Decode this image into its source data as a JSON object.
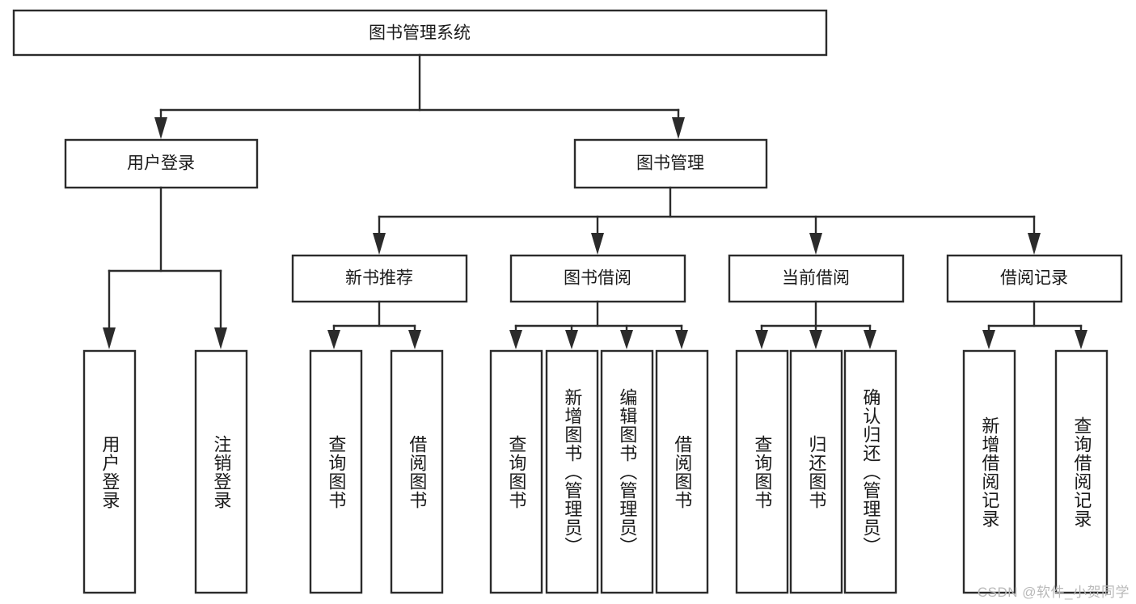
{
  "diagram": {
    "type": "tree",
    "title": "图书管理系统",
    "orientation": "top-down",
    "root": {
      "id": "root",
      "label": "图书管理系统"
    },
    "level2": [
      {
        "id": "user-login",
        "label": "用户登录"
      },
      {
        "id": "book-manage",
        "label": "图书管理"
      }
    ],
    "level3": [
      {
        "id": "new-book-rec",
        "label": "新书推荐",
        "parent": "book-manage"
      },
      {
        "id": "book-borrow",
        "label": "图书借阅",
        "parent": "book-manage"
      },
      {
        "id": "current-borrow",
        "label": "当前借阅",
        "parent": "book-manage"
      },
      {
        "id": "borrow-record",
        "label": "借阅记录",
        "parent": "book-manage"
      }
    ],
    "leaves": {
      "user-login": [
        {
          "id": "leaf-user-login",
          "label": "用户登录"
        },
        {
          "id": "leaf-logout",
          "label": "注销登录"
        }
      ],
      "new-book-rec": [
        {
          "id": "leaf-query-book-1",
          "label": "查询图书"
        },
        {
          "id": "leaf-borrow-book-1",
          "label": "借阅图书"
        }
      ],
      "book-borrow": [
        {
          "id": "leaf-query-book-2",
          "label": "查询图书"
        },
        {
          "id": "leaf-add-book",
          "label": "新增图书（管理员）"
        },
        {
          "id": "leaf-edit-book",
          "label": "编辑图书（管理员）"
        },
        {
          "id": "leaf-borrow-book-2",
          "label": "借阅图书"
        }
      ],
      "current-borrow": [
        {
          "id": "leaf-query-book-3",
          "label": "查询图书"
        },
        {
          "id": "leaf-return-book",
          "label": "归还图书"
        },
        {
          "id": "leaf-confirm-return",
          "label": "确认归还（管理员）"
        }
      ],
      "borrow-record": [
        {
          "id": "leaf-add-record",
          "label": "新增借阅记录"
        },
        {
          "id": "leaf-query-record",
          "label": "查询借阅记录"
        }
      ]
    }
  },
  "watermark": {
    "text": "CSDN @软件_小贺同学"
  },
  "colors": {
    "stroke": "#2b2b2b",
    "box_fill": "#ffffff",
    "text": "#1a1a1a",
    "watermark": "#b9b9b9",
    "background": "#ffffff"
  }
}
